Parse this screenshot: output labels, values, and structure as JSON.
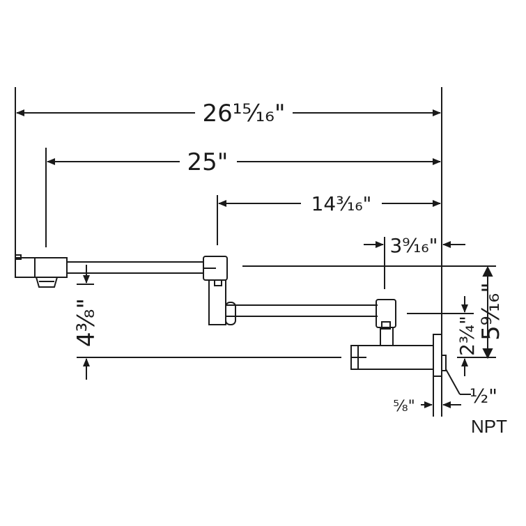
{
  "dimensions": {
    "overall_width": "26¹⁵⁄₁₆\"",
    "arm_reach": "25\"",
    "second_arm": "14³⁄₁₆\"",
    "wall_to_joint": "3⁹⁄₁₆\"",
    "drop_height": "4³⁄₈\"",
    "total_height": "5⁹⁄₁₆\"",
    "mid_height": "2³⁄₄\"",
    "flange_depth": "⁵⁄₈\"",
    "inlet_size": "¹⁄₂\""
  },
  "labels": {
    "thread_type": "NPT"
  },
  "colors": {
    "line": "#1a1a1a",
    "background": "#ffffff"
  }
}
